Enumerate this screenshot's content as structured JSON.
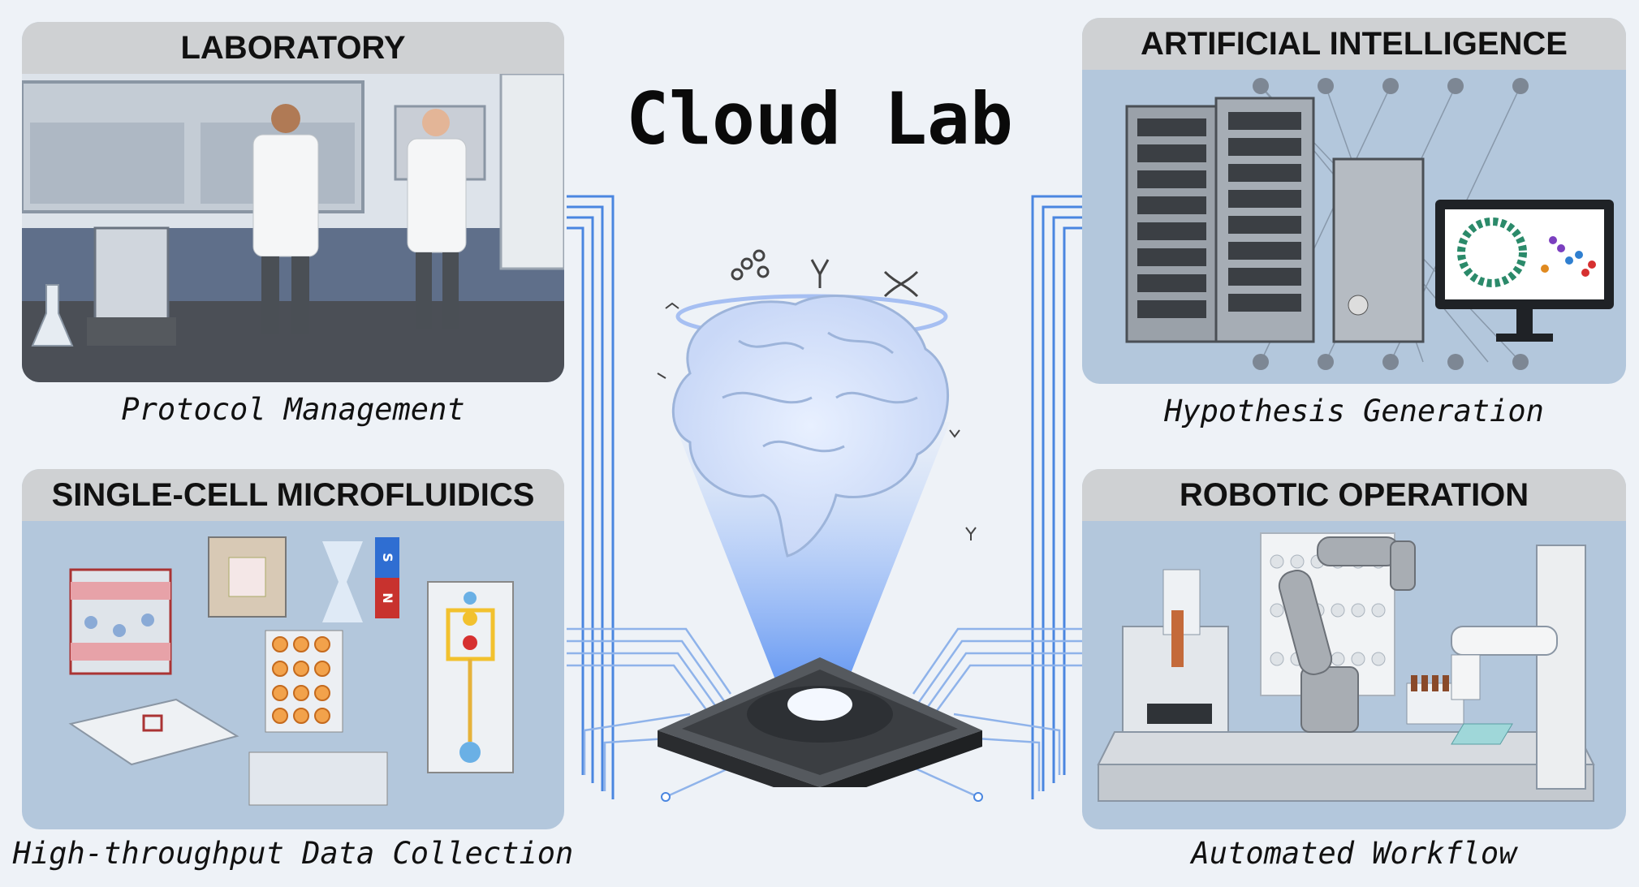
{
  "title": "Cloud Lab",
  "panels": {
    "laboratory": {
      "header": "LABORATORY",
      "caption": "Protocol Management"
    },
    "ai": {
      "header": "ARTIFICIAL INTELLIGENCE",
      "caption": "Hypothesis Generation"
    },
    "microfluidics": {
      "header": "SINGLE-CELL MICROFLUIDICS",
      "caption": "High-throughput Data Collection",
      "magnet_s": "S",
      "magnet_n": "N"
    },
    "robotics": {
      "header": "ROBOTIC OPERATION",
      "caption": "Automated Workflow"
    }
  },
  "colors": {
    "panel_bg": "#b3c7dc",
    "header_bg": "#cfd1d3",
    "circuit": "#4a86e0",
    "page_bg": "#eef2f7"
  }
}
